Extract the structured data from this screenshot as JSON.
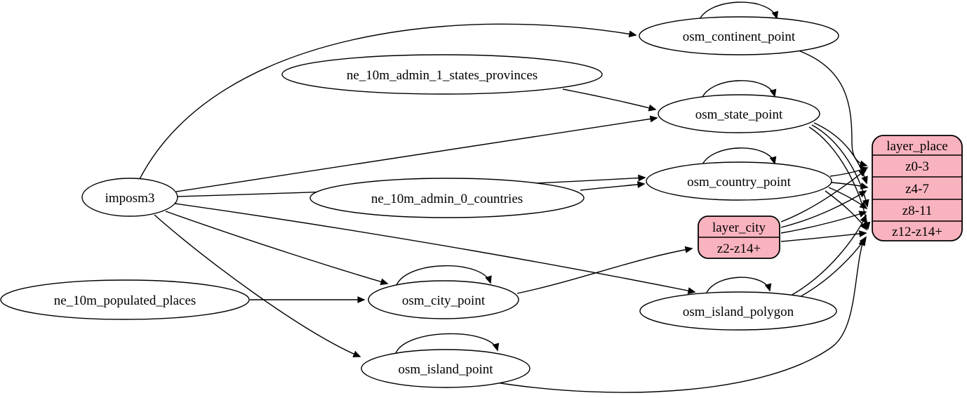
{
  "diagram": {
    "kind": "etl-dependency-graph",
    "background_color": "#ffffff",
    "table_node_fill": "#ffffff",
    "layer_node_fill": "#f9b3be",
    "stroke_color": "#000000"
  },
  "nodes": {
    "imposm3": {
      "label": "imposm3",
      "shape": "ellipse"
    },
    "ne_10m_admin_1_states_provinces": {
      "label": "ne_10m_admin_1_states_provinces",
      "shape": "ellipse"
    },
    "ne_10m_admin_0_countries": {
      "label": "ne_10m_admin_0_countries",
      "shape": "ellipse"
    },
    "ne_10m_populated_places": {
      "label": "ne_10m_populated_places",
      "shape": "ellipse"
    },
    "osm_continent_point": {
      "label": "osm_continent_point",
      "shape": "ellipse",
      "self_loop": true
    },
    "osm_state_point": {
      "label": "osm_state_point",
      "shape": "ellipse",
      "self_loop": true
    },
    "osm_country_point": {
      "label": "osm_country_point",
      "shape": "ellipse",
      "self_loop": true
    },
    "osm_city_point": {
      "label": "osm_city_point",
      "shape": "ellipse",
      "self_loop": true
    },
    "osm_island_polygon": {
      "label": "osm_island_polygon",
      "shape": "ellipse",
      "self_loop": true
    },
    "osm_island_point": {
      "label": "osm_island_point",
      "shape": "ellipse",
      "self_loop": true
    },
    "layer_city": {
      "label": "layer_city",
      "shape": "record",
      "rows": [
        "z2-z14+"
      ]
    },
    "layer_place": {
      "label": "layer_place",
      "shape": "record",
      "rows": [
        "z0-3",
        "z4-7",
        "z8-11",
        "z12-z14+"
      ]
    }
  },
  "edges": [
    {
      "from": "imposm3",
      "to": "osm_continent_point"
    },
    {
      "from": "imposm3",
      "to": "osm_state_point"
    },
    {
      "from": "imposm3",
      "to": "osm_country_point"
    },
    {
      "from": "imposm3",
      "to": "osm_city_point"
    },
    {
      "from": "imposm3",
      "to": "osm_island_polygon"
    },
    {
      "from": "imposm3",
      "to": "osm_island_point"
    },
    {
      "from": "ne_10m_admin_1_states_provinces",
      "to": "osm_state_point"
    },
    {
      "from": "ne_10m_admin_0_countries",
      "to": "osm_country_point"
    },
    {
      "from": "ne_10m_populated_places",
      "to": "osm_city_point"
    },
    {
      "from": "osm_continent_point",
      "to": "osm_continent_point"
    },
    {
      "from": "osm_state_point",
      "to": "osm_state_point"
    },
    {
      "from": "osm_country_point",
      "to": "osm_country_point"
    },
    {
      "from": "osm_city_point",
      "to": "osm_city_point"
    },
    {
      "from": "osm_island_polygon",
      "to": "osm_island_polygon"
    },
    {
      "from": "osm_island_point",
      "to": "osm_island_point"
    },
    {
      "from": "osm_continent_point",
      "to": "layer_place:z0-3"
    },
    {
      "from": "osm_country_point",
      "to": "layer_place:z0-3"
    },
    {
      "from": "osm_country_point",
      "to": "layer_place:z4-7"
    },
    {
      "from": "osm_country_point",
      "to": "layer_place:z8-11"
    },
    {
      "from": "osm_country_point",
      "to": "layer_place:z12-z14+"
    },
    {
      "from": "osm_state_point",
      "to": "layer_place:z4-7"
    },
    {
      "from": "osm_state_point",
      "to": "layer_place:z8-11"
    },
    {
      "from": "osm_state_point",
      "to": "layer_place:z12-z14+"
    },
    {
      "from": "osm_city_point",
      "to": "layer_city:z2-z14+"
    },
    {
      "from": "layer_city",
      "to": "layer_place:z0-3"
    },
    {
      "from": "layer_city",
      "to": "layer_place:z4-7"
    },
    {
      "from": "layer_city",
      "to": "layer_place:z8-11"
    },
    {
      "from": "layer_city",
      "to": "layer_place:z12-z14+"
    },
    {
      "from": "osm_island_polygon",
      "to": "layer_place:z8-11"
    },
    {
      "from": "osm_island_polygon",
      "to": "layer_place:z12-z14+"
    },
    {
      "from": "osm_island_point",
      "to": "layer_place:z12-z14+"
    }
  ]
}
